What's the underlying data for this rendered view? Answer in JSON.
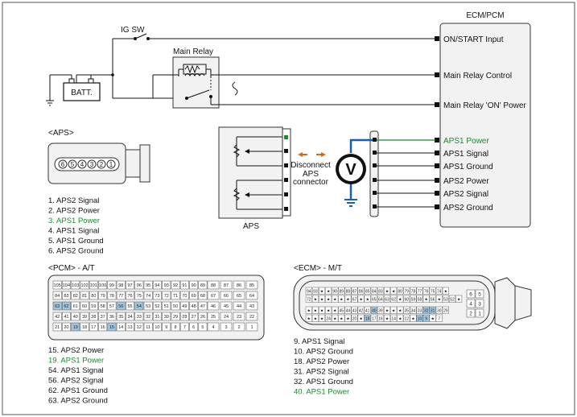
{
  "ecm_title": "ECM/PCM",
  "ig_sw": "IG SW",
  "main_relay": "Main Relay",
  "battery": "BATT.",
  "aps_label": "APS",
  "disconnect": [
    "Disconnect",
    "APS",
    "connector"
  ],
  "meter_symbol": "V",
  "ecm_pins": [
    {
      "label": "ON/START Input",
      "color": "#111111"
    },
    {
      "label": "Main Relay Control",
      "color": "#111111"
    },
    {
      "label": "Main Relay 'ON' Power",
      "color": "#111111"
    },
    {
      "label": "APS1 Power",
      "color": "#1a8a2e"
    },
    {
      "label": "APS1 Signal",
      "color": "#111111"
    },
    {
      "label": "APS1 Ground",
      "color": "#111111"
    },
    {
      "label": "APS2 Power",
      "color": "#111111"
    },
    {
      "label": "APS2 Signal",
      "color": "#111111"
    },
    {
      "label": "APS2 Ground",
      "color": "#111111"
    }
  ],
  "aps_connector": {
    "title": "<APS>",
    "pins": [
      "6",
      "5",
      "4",
      "3",
      "2",
      "1"
    ],
    "list": [
      {
        "text": "1. APS2 Signal",
        "color": "#111111"
      },
      {
        "text": "2. APS2 Power",
        "color": "#111111"
      },
      {
        "text": "3. APS1 Power",
        "color": "#1a8a2e"
      },
      {
        "text": "4. APS1 Signal",
        "color": "#111111"
      },
      {
        "text": "5. APS1 Ground",
        "color": "#111111"
      },
      {
        "text": "6. APS2 Ground",
        "color": "#111111"
      }
    ]
  },
  "pcm_connector": {
    "title": "<PCM> - A/T",
    "rows": [
      [
        "105",
        "104",
        "103",
        "102",
        "101",
        "100",
        "99",
        "98",
        "97",
        "96",
        "95",
        "94",
        "93",
        "92",
        "91",
        "90",
        "89",
        "88",
        "87",
        "86",
        "85"
      ],
      [
        "84",
        "83",
        "82",
        "81",
        "80",
        "79",
        "78",
        "77",
        "76",
        "75",
        "74",
        "73",
        "72",
        "71",
        "70",
        "69",
        "68",
        "67",
        "66",
        "65",
        "64"
      ],
      [
        "63",
        "62",
        "61",
        "60",
        "59",
        "58",
        "57",
        "56",
        "55",
        "54",
        "53",
        "52",
        "51",
        "50",
        "49",
        "48",
        "47",
        "46",
        "45",
        "44",
        "43"
      ],
      [
        "42",
        "41",
        "40",
        "39",
        "38",
        "37",
        "36",
        "35",
        "34",
        "33",
        "32",
        "31",
        "30",
        "29",
        "28",
        "27",
        "26",
        "25",
        "24",
        "23",
        "22"
      ],
      [
        "21",
        "20",
        "19",
        "18",
        "17",
        "16",
        "15",
        "14",
        "13",
        "12",
        "11",
        "10",
        "9",
        "8",
        "7",
        "6",
        "5",
        "4",
        "3",
        "2",
        "1"
      ]
    ],
    "highlighted": [
      "15",
      "19",
      "54",
      "56",
      "62",
      "63"
    ],
    "list": [
      {
        "text": "15. APS2 Power",
        "color": "#111111"
      },
      {
        "text": "19. APS1 Power",
        "color": "#1a8a2e"
      },
      {
        "text": "54. APS1 Signal",
        "color": "#111111"
      },
      {
        "text": "56. APS2 Signal",
        "color": "#111111"
      },
      {
        "text": "62. APS1 Ground",
        "color": "#111111"
      },
      {
        "text": "63. APS2 Ground",
        "color": "#111111"
      }
    ]
  },
  "ecm_connector": {
    "title": "<ECM> - M/T",
    "rows": [
      [
        "94",
        "93",
        "★",
        "★",
        "90",
        "89",
        "88",
        "87",
        "86",
        "85",
        "84",
        "83",
        "★",
        "★",
        "80",
        "79",
        "78",
        "77",
        "76",
        "75",
        "74",
        "★"
      ],
      [
        "72",
        "★",
        "★",
        "★",
        "★",
        "★",
        "★",
        "67",
        "★",
        "★",
        "65",
        "64",
        "63",
        "62",
        "★",
        "60",
        "59",
        "58",
        "★",
        "56",
        "★",
        "53",
        "52",
        "★"
      ],
      [
        "★",
        "★",
        "★",
        "★",
        "★",
        "45",
        "44",
        "43",
        "42",
        "41",
        "40",
        "39",
        "★",
        "★",
        "★",
        "35",
        "34",
        "33",
        "32",
        "31",
        "30",
        "29"
      ],
      [
        "★",
        "★",
        "★",
        "24",
        "★",
        "★",
        "★",
        "20",
        "★",
        "18",
        "17",
        "16",
        "★",
        "14",
        "★",
        "12",
        "★",
        "10",
        "9",
        "★",
        "7"
      ]
    ],
    "side": [
      [
        "6",
        "5"
      ],
      [
        "4",
        "3"
      ],
      [
        "2",
        "1"
      ]
    ],
    "highlighted": [
      "9",
      "10",
      "18",
      "31",
      "32",
      "40"
    ],
    "list": [
      {
        "text": "9. APS1 Signal",
        "color": "#111111"
      },
      {
        "text": "10. APS2 Ground",
        "color": "#111111"
      },
      {
        "text": "18. APS2 Power",
        "color": "#111111"
      },
      {
        "text": "31. APS2 Signal",
        "color": "#111111"
      },
      {
        "text": "32. APS1 Ground",
        "color": "#111111"
      },
      {
        "text": "40. APS1 Power",
        "color": "#1a8a2e"
      }
    ]
  },
  "colors": {
    "frame": "#3a3a3a",
    "panel": "#f2f2f2",
    "highlight": "#9fc6de",
    "probe": "#1a5bb8",
    "arrow": "#e0641a",
    "green": "#1a8a2e"
  }
}
